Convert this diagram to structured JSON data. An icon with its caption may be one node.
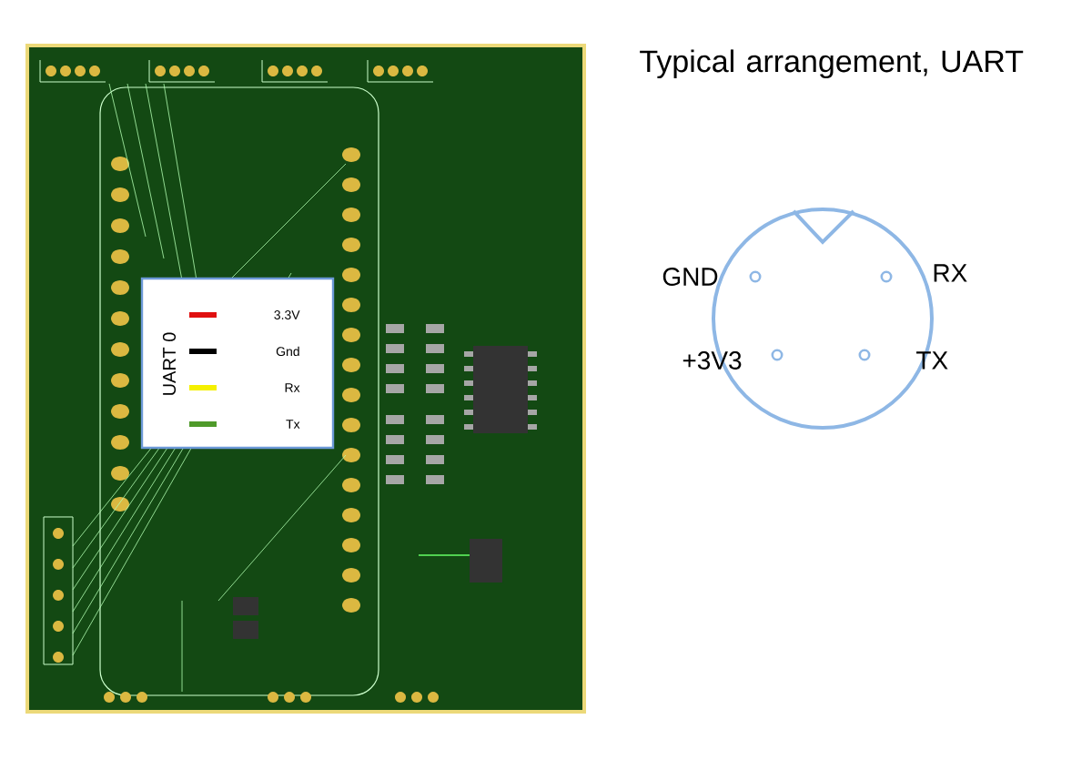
{
  "diagram": {
    "title": "Typical arrangement, UART",
    "labels": [
      "UART 0",
      "GND",
      "RX",
      "+3V3",
      "TX"
    ],
    "legend": [
      {
        "text": "3.3V",
        "color": "#e01010"
      },
      {
        "text": "Gnd",
        "color": "#000000"
      },
      {
        "text": "Rx",
        "color": "#f5f000"
      },
      {
        "text": "Tx",
        "color": "#4f9a2a"
      }
    ]
  }
}
